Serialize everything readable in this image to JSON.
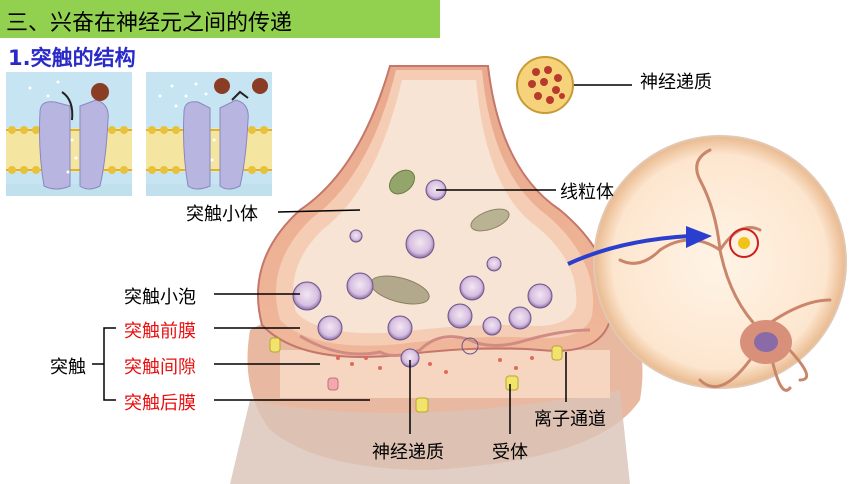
{
  "section_title": "三、兴奋在神经元之间的传递",
  "subtitle": "1.突触的结构",
  "labels": {
    "neurotransmitter_top": "神经递质",
    "mitochondria": "线粒体",
    "synaptic_body": "突触小体",
    "synaptic_vesicle": "突触小泡",
    "synapse": "突触",
    "presynaptic_membrane": "突触前膜",
    "synaptic_cleft": "突触间隙",
    "postsynaptic_membrane": "突触后膜",
    "neurotransmitter_bottom": "神经递质",
    "receptor": "受体",
    "ion_channel": "离子通道"
  },
  "colors": {
    "header_bg": "#92d050",
    "subtitle": "#2a2ac8",
    "highlight_labels": "#e81010"
  }
}
